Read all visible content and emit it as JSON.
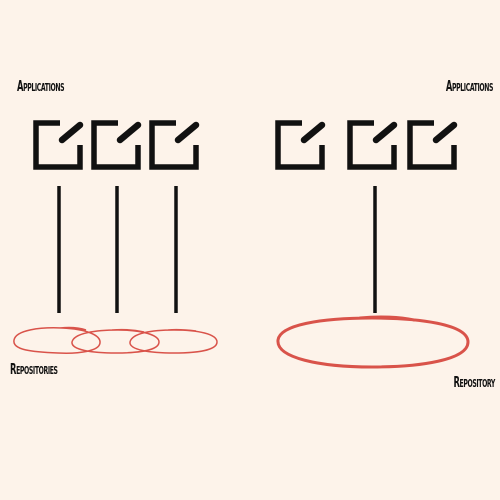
{
  "labels": {
    "applications_left": "Applications",
    "applications_right": "Applications",
    "repositories_left": "Repositories",
    "repository_right": "Repository"
  },
  "colors": {
    "background": "#fdf3ea",
    "stroke": "#111111",
    "repository": "#d9534a"
  },
  "icons": {
    "application": "edit-icon"
  }
}
